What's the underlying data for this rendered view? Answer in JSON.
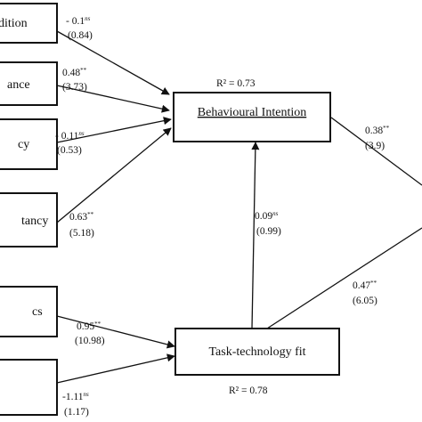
{
  "nodes": {
    "condition": {
      "label": "dition"
    },
    "performance": {
      "label": "ance"
    },
    "efficacy": {
      "label": "cy"
    },
    "expectancy": {
      "label": "tancy"
    },
    "characteristics": {
      "label": "cs"
    },
    "technology": {
      "label": ""
    },
    "behavioural_intention": {
      "label": "Behavioural Intention",
      "r2": "R² = 0.73"
    },
    "task_technology_fit": {
      "label": "Task-technology fit",
      "r2": "R² = 0.78"
    }
  },
  "paths": {
    "condition_bi": {
      "coef": "- 0.1",
      "sig": "ns",
      "t": "(0.84)"
    },
    "performance_bi": {
      "coef": "0.48",
      "sig": "**",
      "t": "(3.73)"
    },
    "efficacy_bi": {
      "coef": "- 0.11",
      "sig": "ns",
      "t": "(0.53)"
    },
    "expectancy_bi": {
      "coef": "0.63",
      "sig": "**",
      "t": "(5.18)"
    },
    "characteristics_ttf": {
      "coef": "0.95",
      "sig": "**",
      "t": "(10.98)"
    },
    "technology_ttf": {
      "coef": "-1.11",
      "sig": "ns",
      "t": "(1.17)"
    },
    "ttf_bi": {
      "coef": "0.09",
      "sig": "ns",
      "t": "(0.99)"
    },
    "bi_out": {
      "coef": "0.38",
      "sig": "**",
      "t": "(3.9)"
    },
    "ttf_out": {
      "coef": "0.47",
      "sig": "**",
      "t": "(6.05)"
    }
  }
}
